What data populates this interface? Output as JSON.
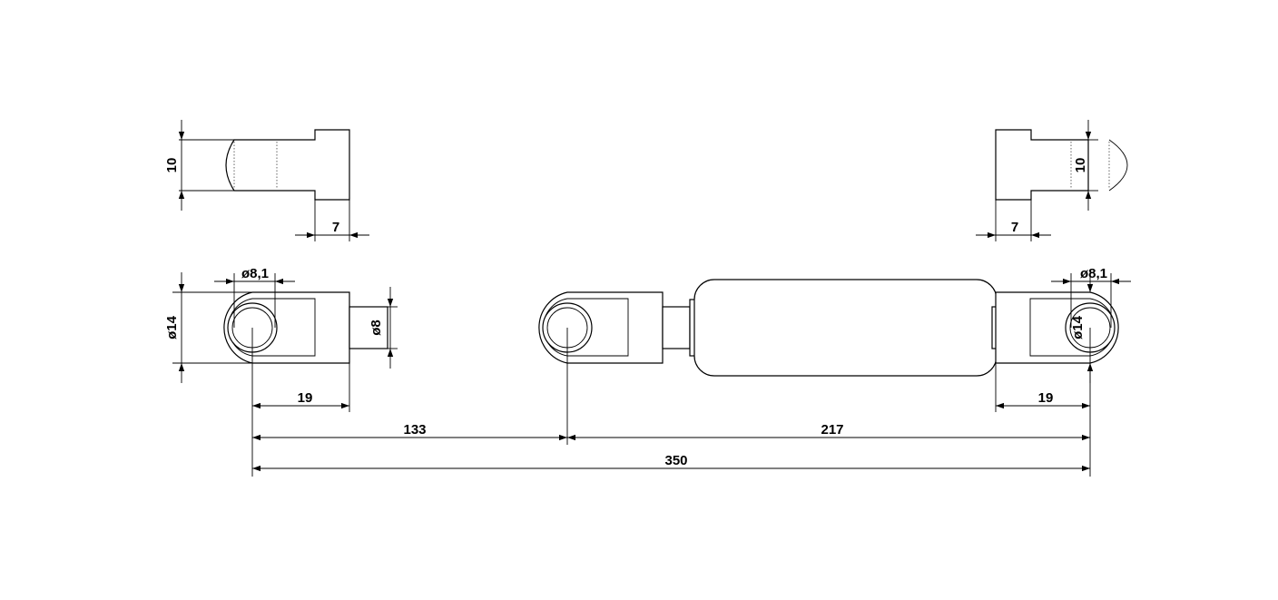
{
  "drawing": {
    "dimensions": {
      "overall_length": "350",
      "center_to_body_eye": "133",
      "body_eye_to_end": "217",
      "eye_length_left": "19",
      "eye_length_right": "19",
      "hole_dia_left": "ø8,1",
      "hole_dia_right": "ø8,1",
      "eye_dia_left": "ø14",
      "eye_dia_right": "ø14",
      "rod_dia": "ø8",
      "slot_width_left": "7",
      "slot_width_right": "7",
      "thickness_left": "10",
      "thickness_right": "10"
    }
  }
}
